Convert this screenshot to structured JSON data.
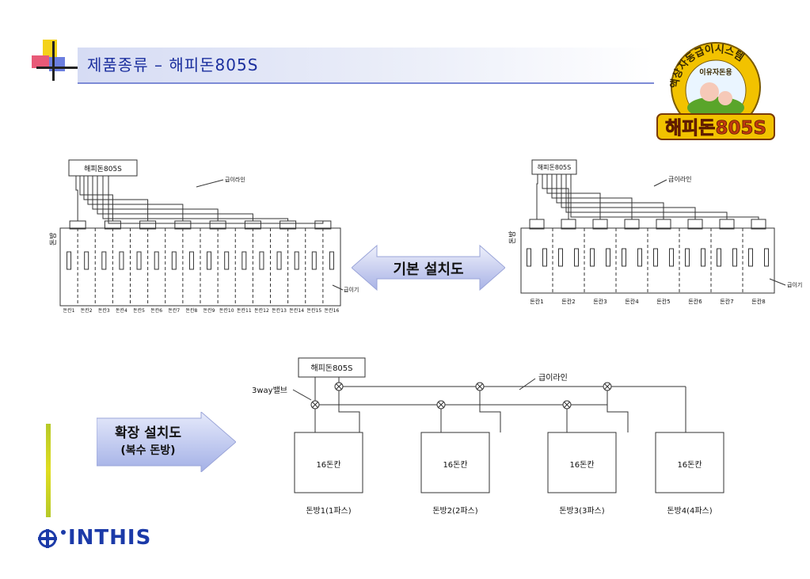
{
  "title": "제품종류 – 해피돈805S",
  "logo": {
    "ring_text": "액상자동급이시스템",
    "inner_text": "이유자돈용",
    "brand_text": "해피돈805S"
  },
  "colors": {
    "title": "#1b2f9e",
    "arrow_fill": "#c8cfee",
    "logo_ring": "#f2c200",
    "logo_brand": "#c03a10",
    "brand": "#1b3aa8"
  },
  "basic_install_label": "기본 설치도",
  "diagram_left": {
    "controller": "해피돈805S",
    "feed_line": "급이라인",
    "room": "돈방",
    "feeder": "급이기",
    "pens": [
      "돈칸1",
      "돈칸2",
      "돈칸3",
      "돈칸4",
      "돈칸5",
      "돈칸6",
      "돈칸7",
      "돈칸8",
      "돈칸9",
      "돈칸10",
      "돈칸11",
      "돈칸12",
      "돈칸13",
      "돈칸14",
      "돈칸15",
      "돈칸16"
    ]
  },
  "diagram_right": {
    "controller": "해피돈805S",
    "feed_line": "급이라인",
    "room": "돈방",
    "feeder": "급이기",
    "pens": [
      "돈칸1",
      "돈칸2",
      "돈칸3",
      "돈칸4",
      "돈칸5",
      "돈칸6",
      "돈칸7",
      "돈칸8"
    ]
  },
  "extended": {
    "label": "확장 설치도",
    "sublabel": "(복수 돈방)",
    "controller": "해피돈805S",
    "valve": "3way밸브",
    "feed_line": "급이라인",
    "room_box": "16돈칸",
    "rooms": [
      "돈방1(1파스)",
      "돈방2(2파스)",
      "돈방3(3파스)",
      "돈방4(4파스)"
    ]
  },
  "brand": "INTHIS"
}
